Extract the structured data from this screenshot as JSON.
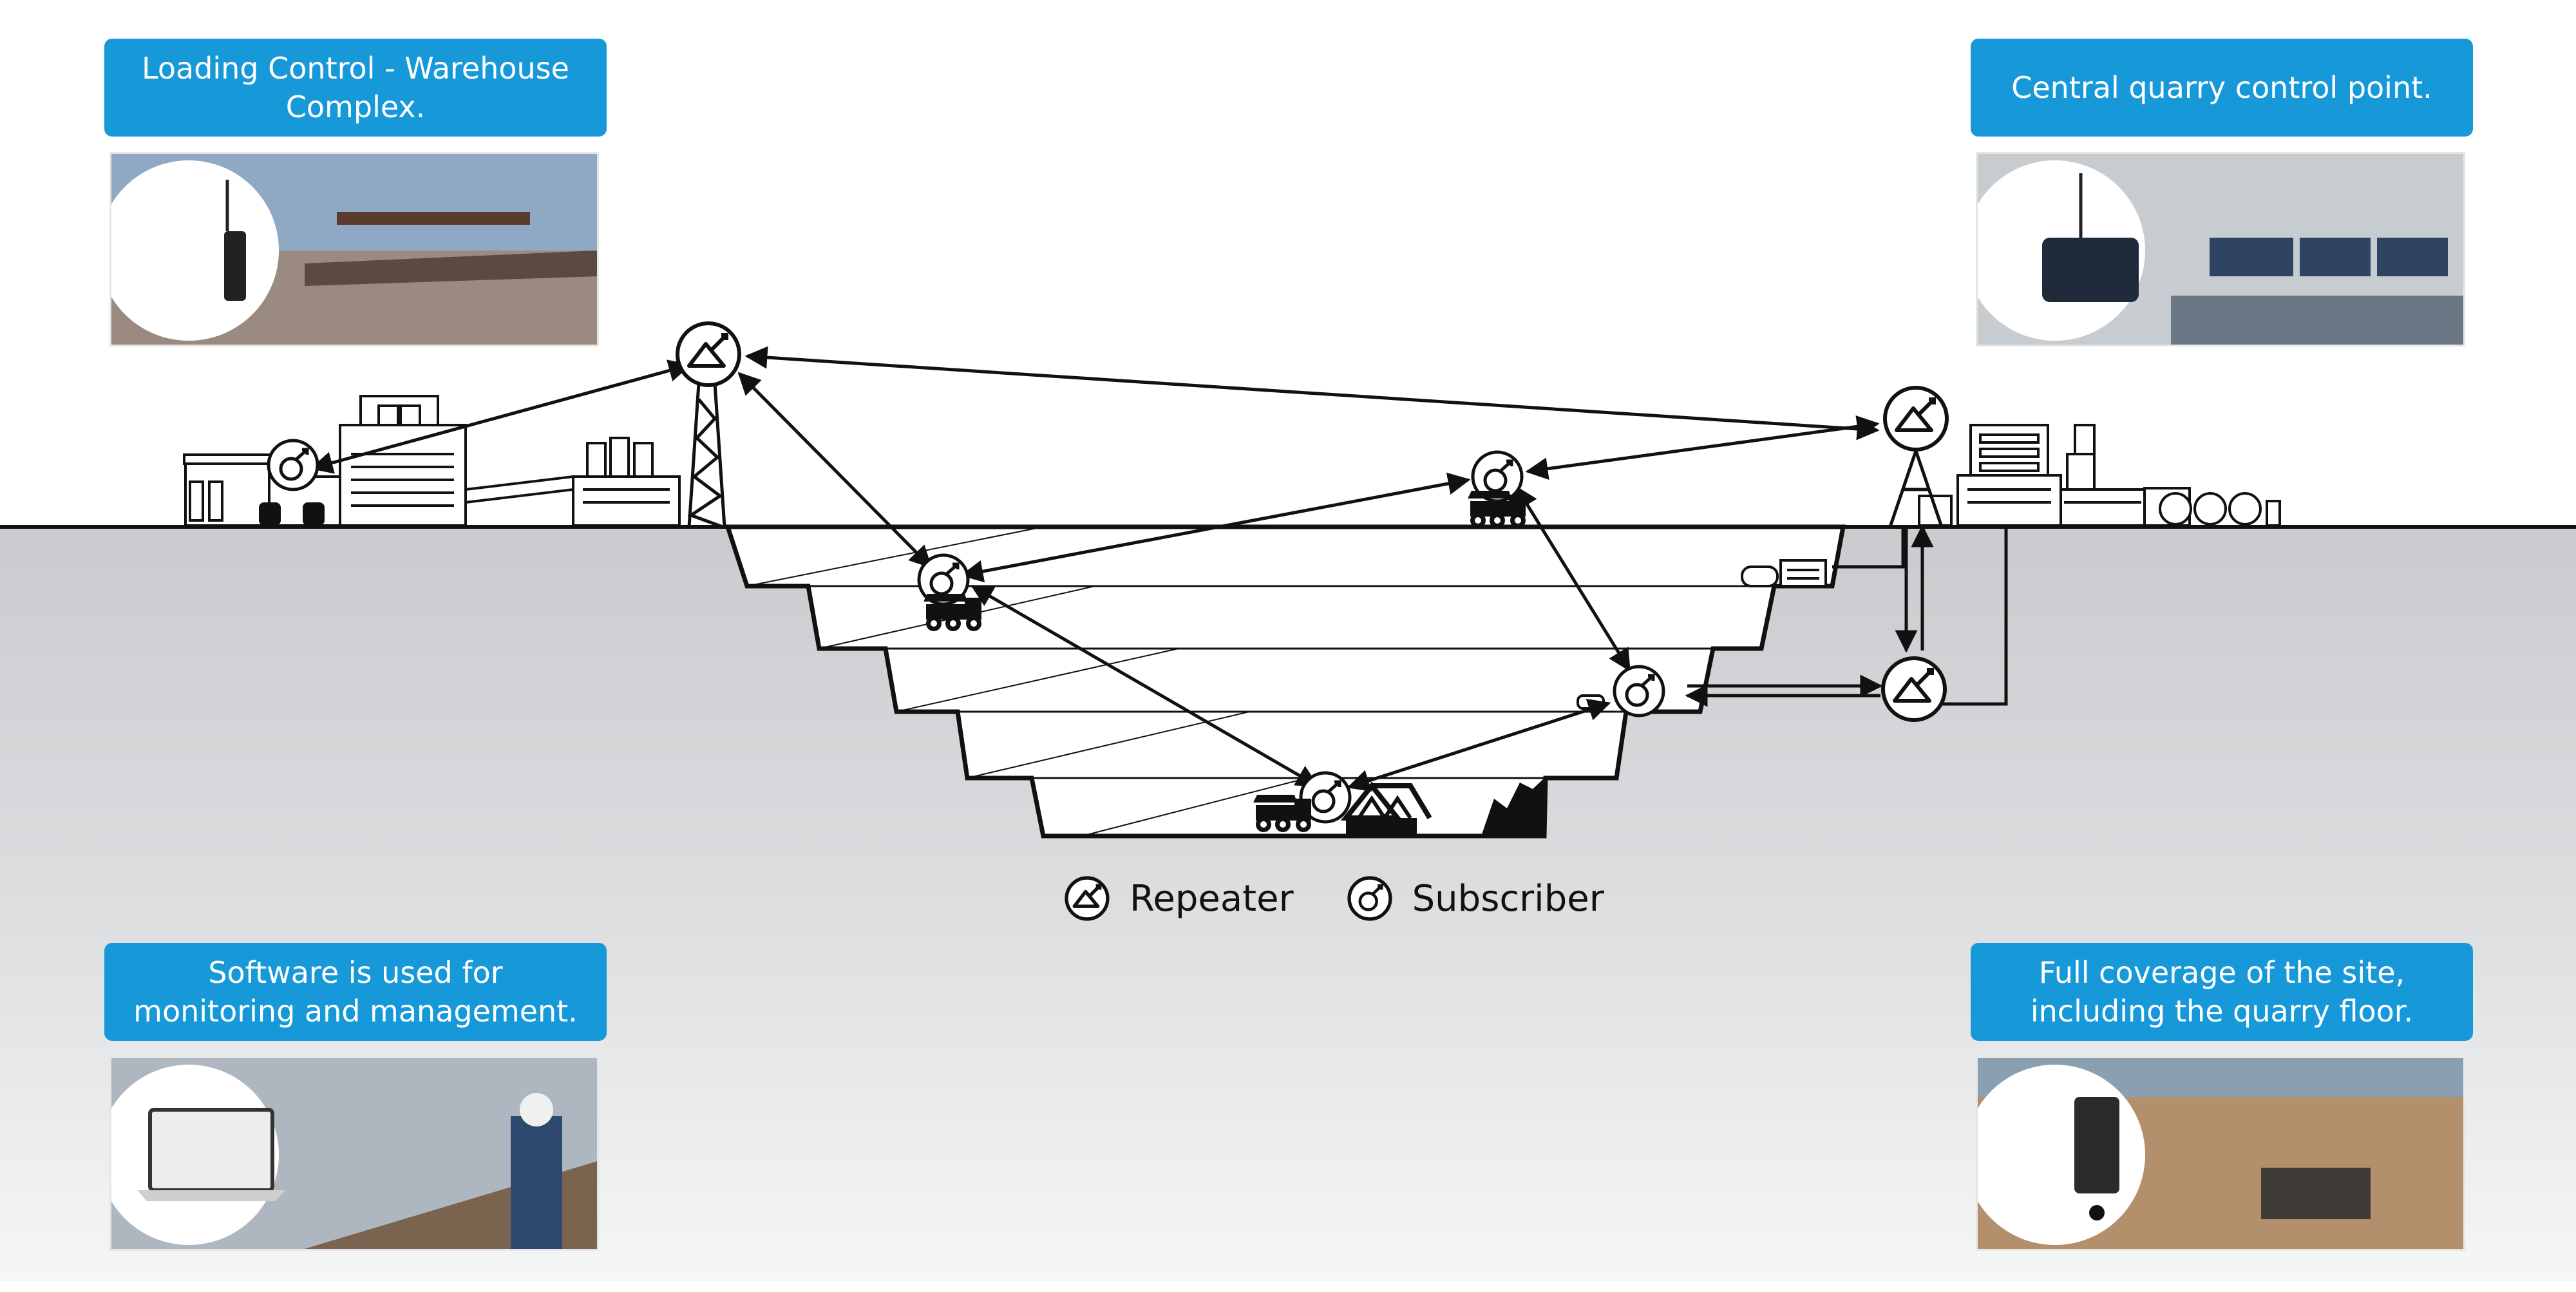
{
  "callouts": {
    "top_left": "Loading Control - Warehouse Complex.",
    "top_right": "Central quarry control point.",
    "bottom_left": "Software is used for monitoring and management.",
    "bottom_right": "Full coverage of the site, including the quarry floor."
  },
  "legend": {
    "repeater": "Repeater",
    "subscriber": "Subscriber"
  },
  "icons": {
    "repeater": "repeater-icon",
    "subscriber": "subscriber-icon"
  },
  "colors": {
    "banner": "#1799d9",
    "ground": "#d4d6d8",
    "line": "#111111"
  }
}
